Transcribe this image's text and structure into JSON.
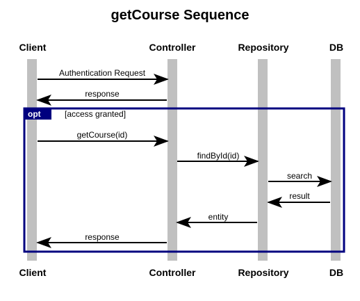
{
  "title": "getCourse Sequence",
  "participants": {
    "client": "Client",
    "controller": "Controller",
    "repository": "Repository",
    "db": "DB"
  },
  "messages": {
    "m1": "Authentication Request",
    "m2": "response",
    "m3": "getCourse(id)",
    "m4": "findById(id)",
    "m5": "search",
    "m6": "result",
    "m7": "entity",
    "m8": "response"
  },
  "fragment": {
    "operator": "opt",
    "guard": "[access granted]"
  },
  "colors": {
    "lifeline": "#c0c0c0",
    "frame": "#00007f",
    "arrow": "#000000"
  }
}
